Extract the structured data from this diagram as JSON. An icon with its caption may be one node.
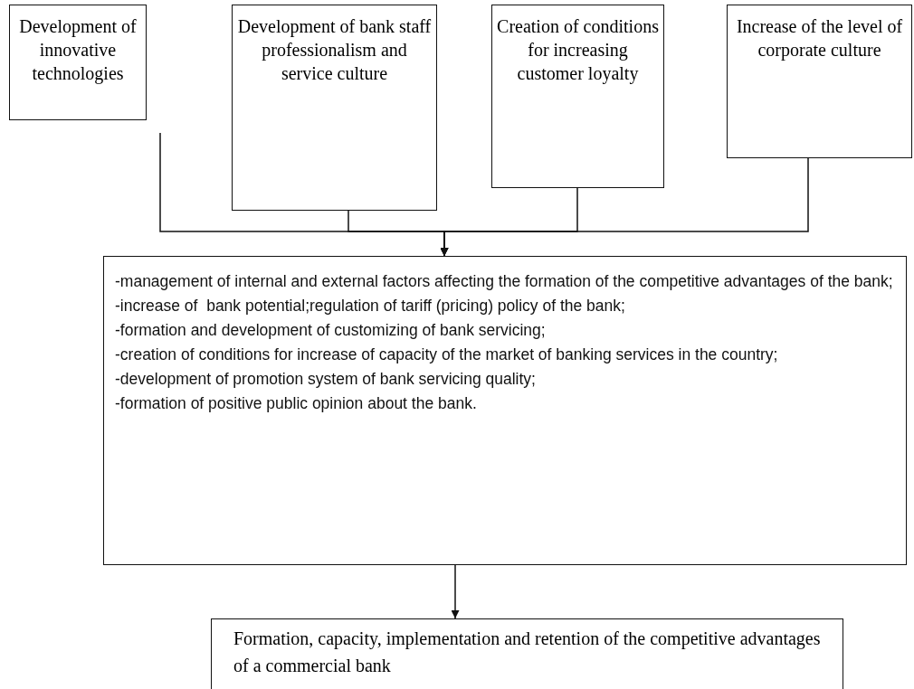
{
  "diagram": {
    "nodes": [
      {
        "text": [
          "Development of innovative technologies"
        ]
      },
      {
        "text": [
          "Development of bank staff professionalism and service culture"
        ]
      },
      {
        "text": [
          "Creation of conditions for increasing customer loyalty"
        ]
      },
      {
        "text": [
          "Increase of the level of corporate culture"
        ]
      },
      {
        "text": [
          "-management of internal and external factors affecting the formation of the competitive advantages of the bank;",
          "-increase of  bank potential;regulation of tariff (pricing) policy of the bank;",
          "-formation and development of customizing of bank servicing;",
          "-creation of conditions for increase of capacity of the market of banking services in the country;",
          "-development of promotion system of bank servicing quality;",
          "-formation of positive public opinion about the bank."
        ]
      },
      {
        "text": [
          "Formation, capacity, implementation and retention of the competitive advantages of a commercial bank"
        ]
      }
    ],
    "edges": [
      {
        "from": 0,
        "to": 4,
        "arrow": "to"
      },
      {
        "from": 1,
        "to": 4,
        "arrow": "to"
      },
      {
        "from": 2,
        "to": 4,
        "arrow": "to"
      },
      {
        "from": 3,
        "to": 4,
        "arrow": "to"
      },
      {
        "from": 4,
        "to": 5,
        "arrow": "to"
      }
    ]
  }
}
